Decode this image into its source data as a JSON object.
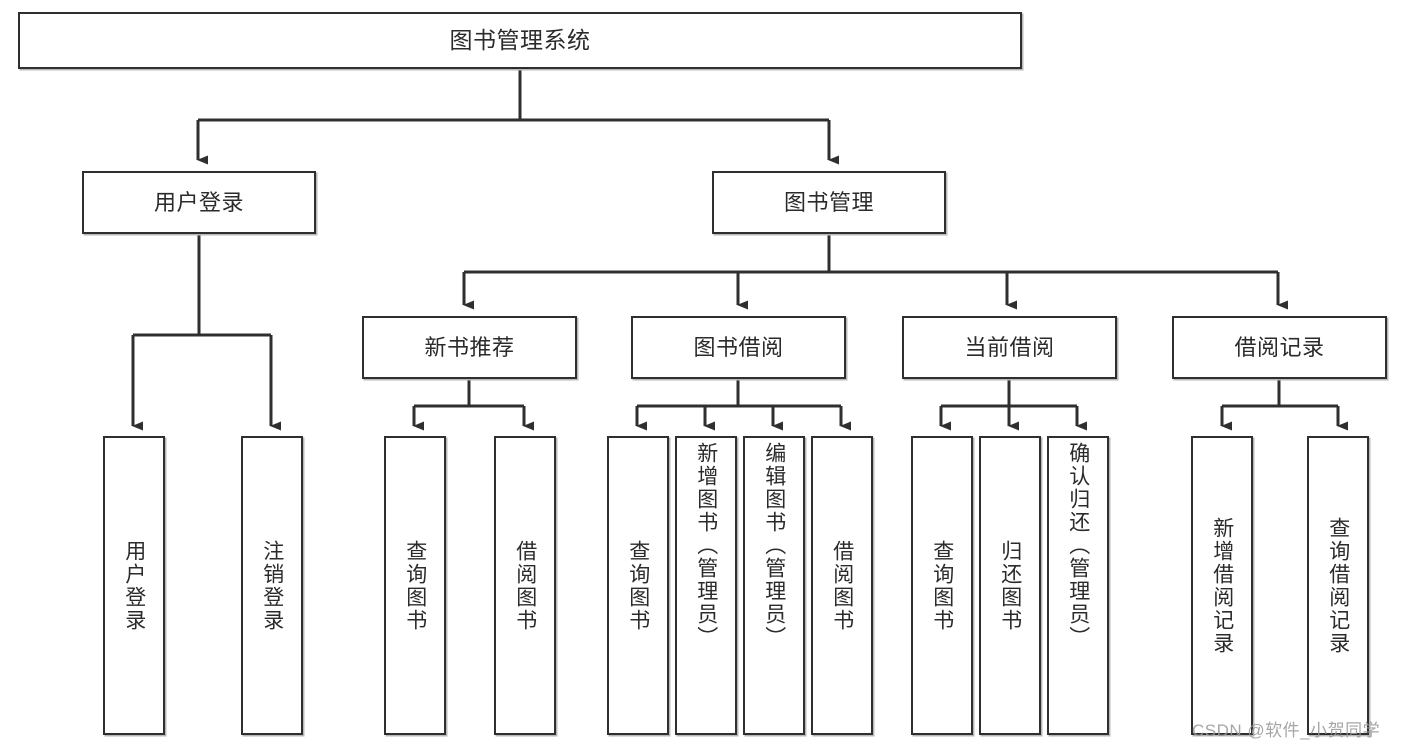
{
  "diagram": {
    "title": "图书管理系统",
    "type": "tree-hierarchy-chart",
    "root": {
      "label": "图书管理系统"
    },
    "level2": [
      {
        "label": "用户登录"
      },
      {
        "label": "图书管理"
      }
    ],
    "level3": [
      {
        "label": "新书推荐"
      },
      {
        "label": "图书借阅"
      },
      {
        "label": "当前借阅"
      },
      {
        "label": "借阅记录"
      }
    ],
    "leaves": {
      "user_login": [
        {
          "label": "用户登录"
        },
        {
          "label": "注销登录"
        }
      ],
      "new_book_recommend": [
        {
          "label": "查询图书"
        },
        {
          "label": "借阅图书"
        }
      ],
      "book_borrow": [
        {
          "label": "查询图书"
        },
        {
          "label": "新增图书（管理员）"
        },
        {
          "label": "编辑图书（管理员）"
        },
        {
          "label": "借阅图书"
        }
      ],
      "current_borrow": [
        {
          "label": "查询图书"
        },
        {
          "label": "归还图书"
        },
        {
          "label": "确认归还（管理员）"
        }
      ],
      "borrow_record": [
        {
          "label": "新增借阅记录"
        },
        {
          "label": "查询借阅记录"
        }
      ]
    }
  },
  "watermark": {
    "text": "CSDN @软件_小贺同学"
  },
  "colors": {
    "box_border": "#2f2f2f",
    "box_fill": "#ffffff",
    "text": "#2b2b2b",
    "connector": "#2f2f2f",
    "watermark": "#9a9a9a",
    "page_background": "#ffffff"
  }
}
